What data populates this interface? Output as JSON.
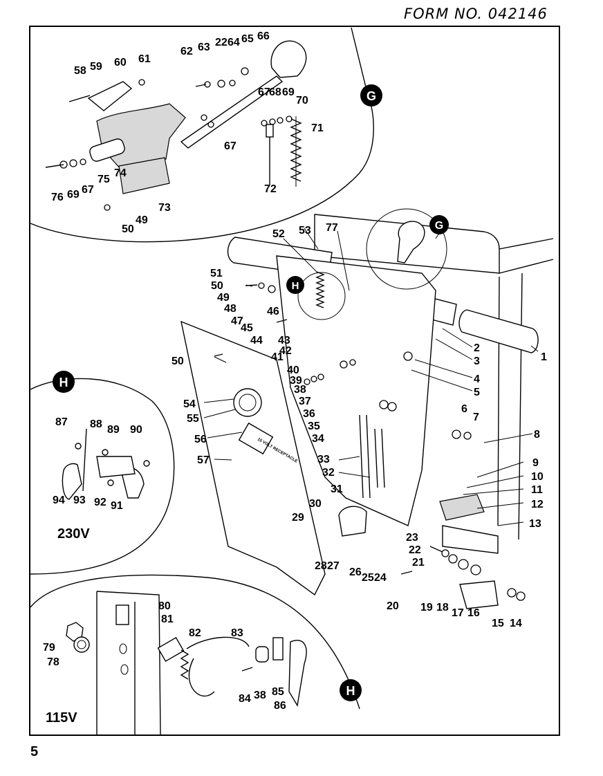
{
  "header": {
    "form_number": "FORM NO. 042146"
  },
  "page": {
    "number": "5"
  },
  "callouts": {
    "G": "G",
    "H": "H"
  },
  "insets": {
    "inset_230": {
      "voltage": "230V"
    },
    "inset_115": {
      "voltage": "115V"
    }
  },
  "receptacle_plate_text": "15 VOLT RECEPTACLE",
  "part_numbers": [
    "1",
    "2",
    "3",
    "4",
    "5",
    "6",
    "7",
    "8",
    "9",
    "10",
    "11",
    "12",
    "13",
    "14",
    "15",
    "16",
    "17",
    "18",
    "19",
    "20",
    "21",
    "22",
    "23",
    "24",
    "25",
    "26",
    "27",
    "28",
    "29",
    "30",
    "31",
    "32",
    "33",
    "34",
    "35",
    "36",
    "37",
    "38",
    "39",
    "40",
    "41",
    "42",
    "43",
    "44",
    "45",
    "46",
    "47",
    "48",
    "49",
    "50",
    "51",
    "52",
    "53",
    "54",
    "55",
    "56",
    "57",
    "58",
    "59",
    "60",
    "61",
    "62",
    "63",
    "64",
    "65",
    "66",
    "67",
    "68",
    "69",
    "70",
    "71",
    "72",
    "73",
    "74",
    "75",
    "76",
    "77",
    "78",
    "79",
    "80",
    "81",
    "82",
    "83",
    "84",
    "85",
    "86",
    "87",
    "88",
    "89",
    "90",
    "91",
    "92",
    "93",
    "94"
  ]
}
